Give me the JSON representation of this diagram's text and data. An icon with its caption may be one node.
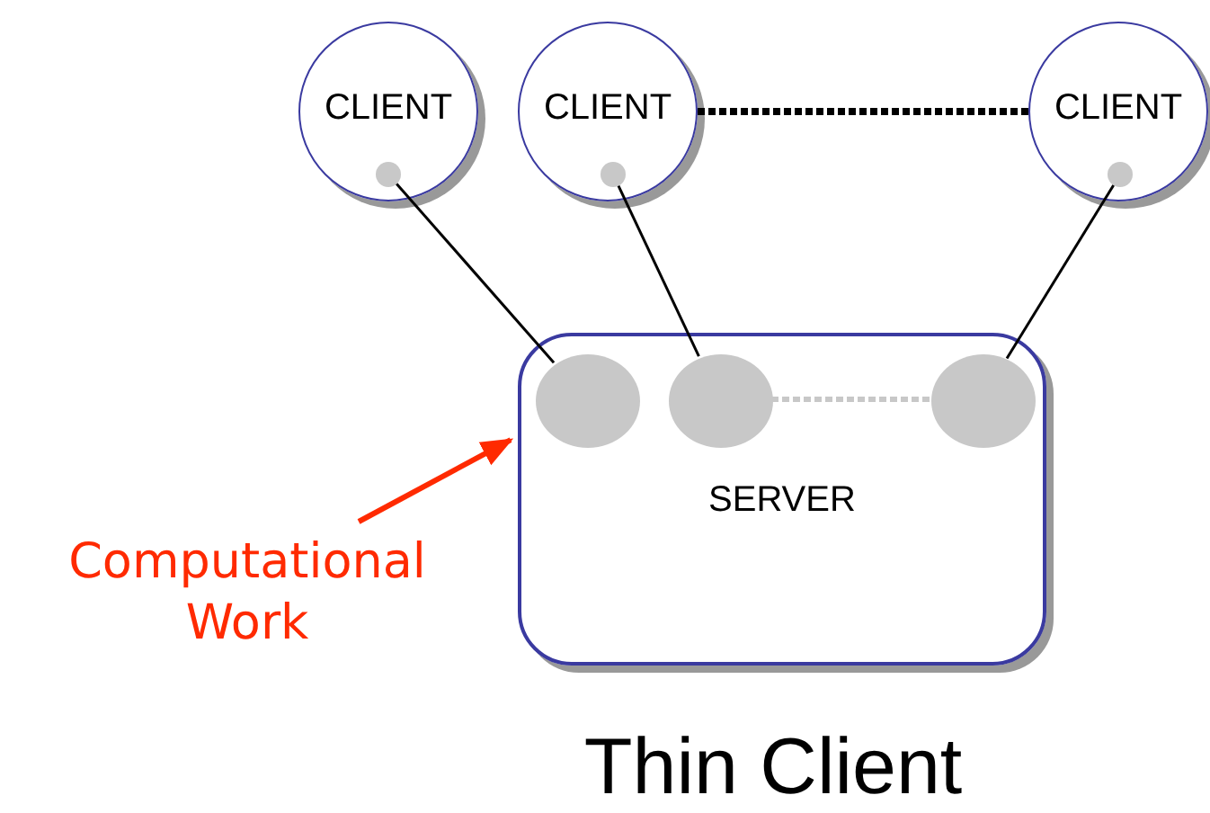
{
  "diagram": {
    "title": "Thin Client",
    "nodes": [
      {
        "text": [
          "CLIENT"
        ]
      },
      {
        "text": [],
        "shape": "circle",
        "in": 0
      },
      {
        "text": [
          "CLIENT"
        ]
      },
      {
        "text": [],
        "shape": "circle",
        "in": 2
      },
      {
        "text": [
          "CLIENT"
        ]
      },
      {
        "text": [],
        "shape": "circle",
        "in": 4
      },
      {
        "text": [
          "SERVER"
        ]
      },
      {
        "text": [],
        "shape": "circle",
        "in": 6
      },
      {
        "text": [],
        "shape": "circle",
        "in": 6
      },
      {
        "text": [],
        "shape": "circle",
        "in": 6
      },
      {
        "text": [
          "Computational Work"
        ]
      }
    ],
    "edges": [
      {
        "from": 1,
        "to": 7,
        "arrow": "none"
      },
      {
        "from": 3,
        "to": 8,
        "arrow": "none"
      },
      {
        "from": 5,
        "to": 9,
        "arrow": "none"
      },
      {
        "from": 2,
        "to": 4,
        "arrow": "none",
        "style": "dashed"
      },
      {
        "from": 8,
        "to": 9,
        "arrow": "none",
        "style": "dashed",
        "color": "#c8c8c8"
      },
      {
        "from": 10,
        "to": 6,
        "arrow": "to",
        "style": "thick",
        "color": "#ff2a00"
      }
    ]
  }
}
